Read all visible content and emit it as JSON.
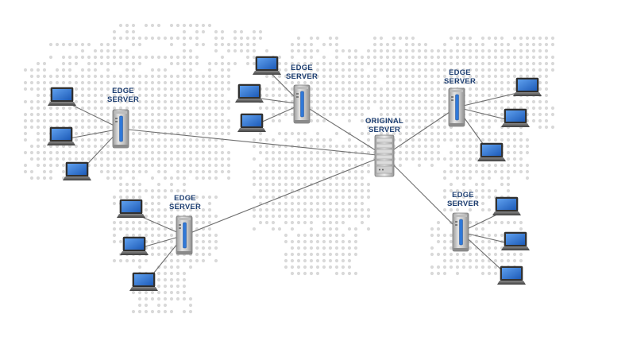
{
  "diagram": {
    "origin_label_line1": "ORIGINAL",
    "origin_label_line2": "SERVER",
    "edge_label_line1": "EDGE",
    "edge_label_line2": "SERVER",
    "colors": {
      "label": "#1e3f72",
      "screen": "#2f6fd0",
      "server_body": "#c9c9c9",
      "server_bar": "#2f78d8",
      "link": "#6e6e6e",
      "map_dots": "#d9d9d9"
    },
    "icons": {
      "origin": "rack-server-icon",
      "edge": "tower-server-icon",
      "client": "laptop-icon"
    },
    "edge_servers": [
      {
        "id": "west"
      },
      {
        "id": "north"
      },
      {
        "id": "east"
      },
      {
        "id": "southwest"
      },
      {
        "id": "southeast"
      }
    ],
    "clients_per_edge": 3
  }
}
